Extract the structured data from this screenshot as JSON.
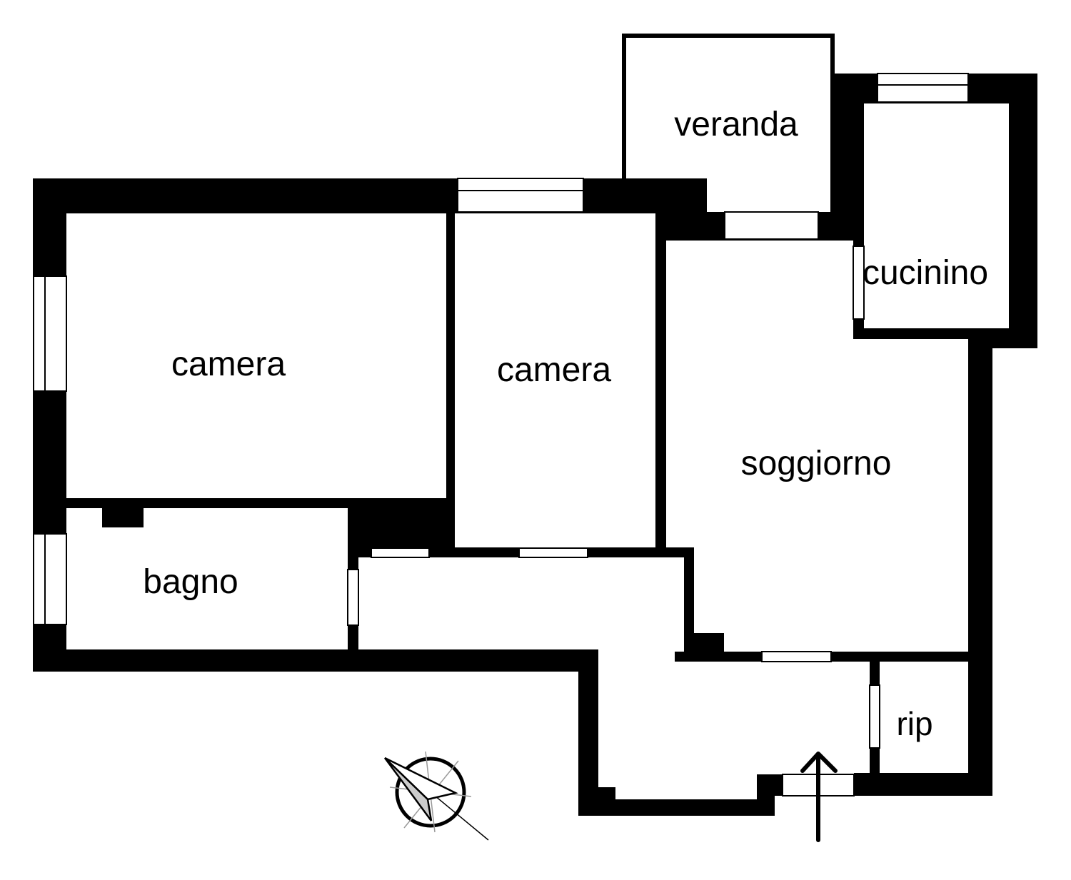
{
  "rooms": {
    "veranda": "veranda",
    "cucinino": "cucinino",
    "camera_left": "camera",
    "camera_middle": "camera",
    "soggiorno": "soggiorno",
    "bagno": "bagno",
    "rip": "rip"
  },
  "icons": {
    "compass": "compass-icon",
    "entrance": "entrance-arrow-icon"
  },
  "colors": {
    "wall": "#000000",
    "floor": "#ffffff",
    "compass_needle": "#cccccc"
  }
}
